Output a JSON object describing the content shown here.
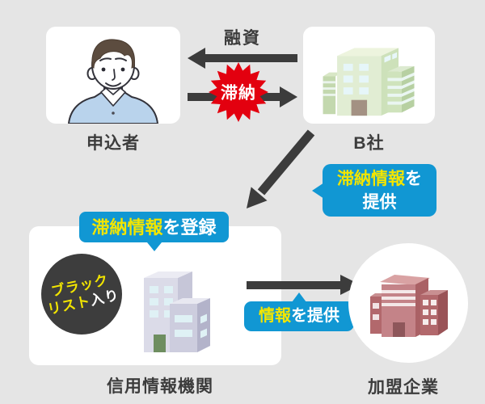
{
  "colors": {
    "background": "#e5e5e5",
    "panel": "#ffffff",
    "accent_blue": "#1197d3",
    "accent_yellow": "#f2e500",
    "alert_red": "#e3000f",
    "arrow_dark": "#3c3c3c",
    "blacklist_circle": "#3d3d3d"
  },
  "nodes": {
    "applicant": {
      "label": "申込者",
      "icon": "person-icon"
    },
    "company_b": {
      "label": "B社",
      "icon": "green-office-building-icon"
    },
    "credit_agency": {
      "label": "信用情報機関",
      "icon": "gray-office-building-icon"
    },
    "member_companies": {
      "label": "加盟企業",
      "icon": "red-office-building-icon"
    }
  },
  "arrows": {
    "loan": {
      "label": "融資",
      "direction": "company_b to applicant"
    },
    "delinquency": {
      "label": "滞納",
      "direction": "applicant to company_b"
    },
    "report": {
      "direction": "company_b to credit_agency"
    },
    "provide": {
      "direction": "credit_agency to member_companies"
    }
  },
  "badges": {
    "provide_delinquency": {
      "highlight": "滞納情報",
      "mid": "を",
      "line2": "提供"
    },
    "register_delinquency": {
      "highlight": "滞納情報",
      "rest": "を登録"
    },
    "provide_info": {
      "highlight": "情報",
      "rest": "を提供"
    },
    "blacklist": {
      "line1": "ブラック",
      "line2_highlight": "リスト",
      "line2_rest": "入り"
    }
  }
}
